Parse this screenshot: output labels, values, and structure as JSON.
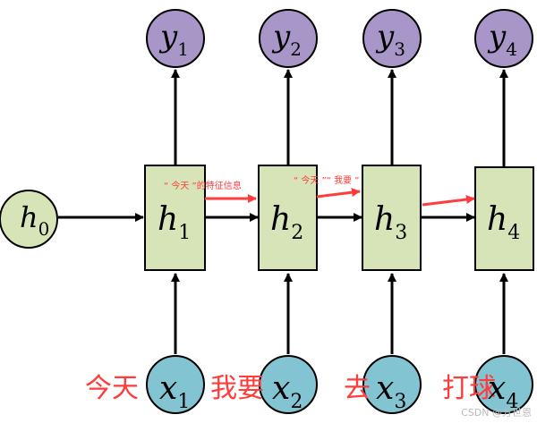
{
  "colors": {
    "output_node_fill": "#a896c8",
    "input_node_fill": "#83c4d3",
    "h0_node_fill": "#d7e4b8",
    "hidden_box_fill": "#d7e4b8",
    "stroke": "#000000",
    "annotation": "#ff3b3b"
  },
  "nodes": {
    "h0": {
      "var": "h",
      "sub": "0"
    },
    "outputs": [
      {
        "var": "y",
        "sub": "1"
      },
      {
        "var": "y",
        "sub": "2"
      },
      {
        "var": "y",
        "sub": "3"
      },
      {
        "var": "y",
        "sub": "4"
      }
    ],
    "hidden": [
      {
        "var": "h",
        "sub": "1"
      },
      {
        "var": "h",
        "sub": "2"
      },
      {
        "var": "h",
        "sub": "3"
      },
      {
        "var": "h",
        "sub": "4"
      }
    ],
    "inputs": [
      {
        "var": "x",
        "sub": "1"
      },
      {
        "var": "x",
        "sub": "2"
      },
      {
        "var": "x",
        "sub": "3"
      },
      {
        "var": "x",
        "sub": "4"
      }
    ]
  },
  "input_words": [
    "今天",
    "我要",
    "去",
    "打球"
  ],
  "annotations": [
    "“ 今天 ”的特征信息",
    "“ 今天 ”“ 我要 ”"
  ],
  "watermark": "CSDN @方世恩"
}
